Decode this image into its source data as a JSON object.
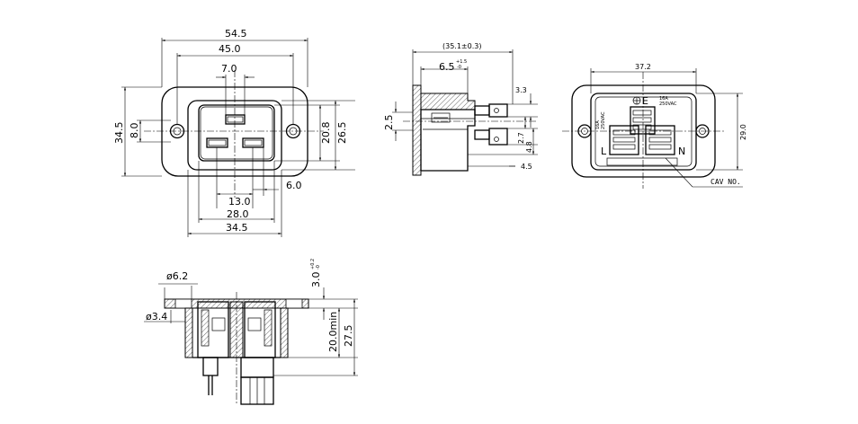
{
  "front_view": {
    "dims": {
      "overall_width": "54.5",
      "hole_spacing": "45.0",
      "earth_pin_width": "7.0",
      "overall_height": "34.5",
      "hole_offset": "8.0",
      "opening_height": "20.8",
      "body_height": "26.5",
      "pin_spacing": "13.0",
      "pin_gap": "6.0",
      "opening_width": "28.0",
      "body_width": "34.5"
    }
  },
  "side_view": {
    "dims": {
      "overall_depth": "(35.1±0.3)",
      "panel_range": "6.5",
      "panel_range_tol_upper": "+1.5",
      "panel_range_tol_lower": "-0",
      "flange": "2.5",
      "terminal_thickness": "3.3",
      "terminal_gap": "2.7",
      "terminal_pitch": "4.8",
      "terminal_width": "4.5"
    }
  },
  "rear_view": {
    "dims": {
      "width": "37.2",
      "height": "29.0"
    },
    "labels": {
      "earth": "E",
      "line": "L",
      "neutral": "N",
      "rating": [
        "16A",
        "250VAC"
      ],
      "cav": "CAV NO."
    }
  },
  "section_view": {
    "dims": {
      "hole_large": "ø6.2",
      "hole_small": "ø3.4",
      "flange_thickness": "3.0",
      "flange_tol_upper": "+0.2",
      "flange_tol_lower": "-0",
      "min_depth": "20.0min",
      "total_depth": "27.5"
    }
  }
}
